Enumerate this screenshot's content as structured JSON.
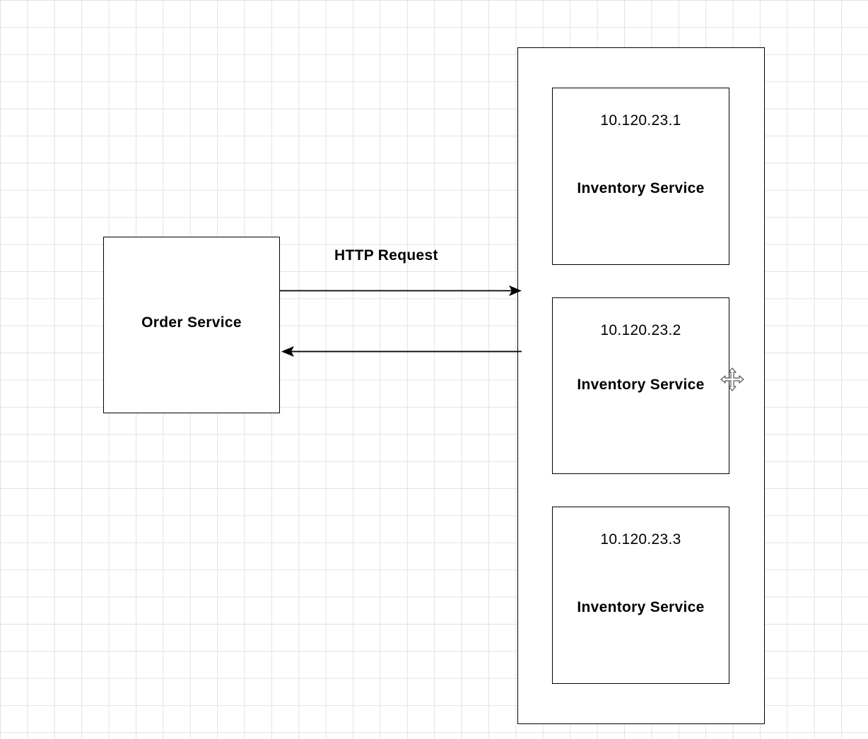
{
  "canvas": {
    "grid_color": "#e2e2e2",
    "background": "#ffffff"
  },
  "order_service": {
    "label": "Order Service"
  },
  "edge": {
    "request_label": "HTTP Request"
  },
  "inventory_nodes": [
    {
      "ip": "10.120.23.1",
      "label": "Inventory Service"
    },
    {
      "ip": "10.120.23.2",
      "label": "Inventory Service"
    },
    {
      "ip": "10.120.23.3",
      "label": "Inventory Service"
    }
  ],
  "cursor": {
    "icon": "move-cursor-icon"
  }
}
